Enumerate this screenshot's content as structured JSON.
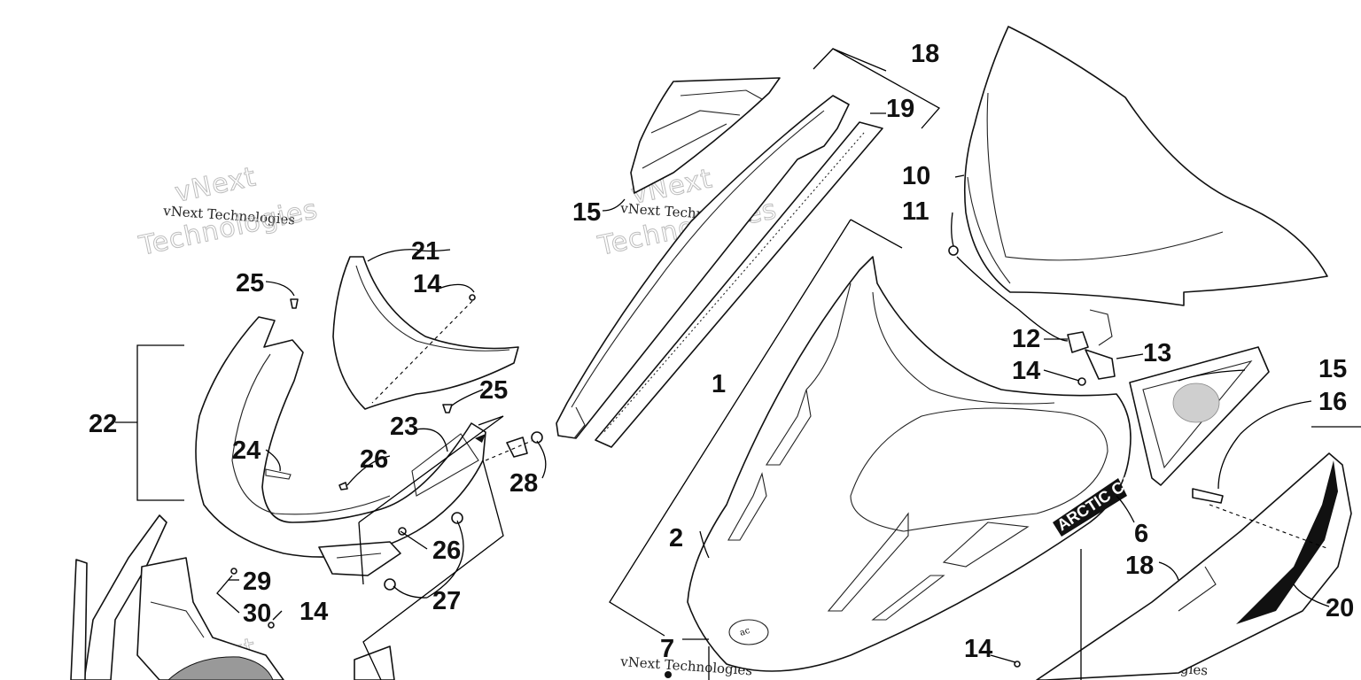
{
  "diagram": {
    "labels": [
      {
        "id": "l1",
        "text": "1"
      },
      {
        "id": "l2",
        "text": "2"
      },
      {
        "id": "l6",
        "text": "6"
      },
      {
        "id": "l7",
        "text": "7"
      },
      {
        "id": "l10",
        "text": "10"
      },
      {
        "id": "l11",
        "text": "11"
      },
      {
        "id": "l12",
        "text": "12"
      },
      {
        "id": "l13",
        "text": "13"
      },
      {
        "id": "l14a",
        "text": "14"
      },
      {
        "id": "l14b",
        "text": "14"
      },
      {
        "id": "l14c",
        "text": "14"
      },
      {
        "id": "l14d",
        "text": "14"
      },
      {
        "id": "l15a",
        "text": "15"
      },
      {
        "id": "l15b",
        "text": "15"
      },
      {
        "id": "l16",
        "text": "16"
      },
      {
        "id": "l18a",
        "text": "18"
      },
      {
        "id": "l18b",
        "text": "18"
      },
      {
        "id": "l19",
        "text": "19"
      },
      {
        "id": "l20",
        "text": "20"
      },
      {
        "id": "l21",
        "text": "21"
      },
      {
        "id": "l22",
        "text": "22"
      },
      {
        "id": "l23",
        "text": "23"
      },
      {
        "id": "l24",
        "text": "24"
      },
      {
        "id": "l25a",
        "text": "25"
      },
      {
        "id": "l25b",
        "text": "25"
      },
      {
        "id": "l26a",
        "text": "26"
      },
      {
        "id": "l26b",
        "text": "26"
      },
      {
        "id": "l27",
        "text": "27"
      },
      {
        "id": "l28",
        "text": "28"
      },
      {
        "id": "l29",
        "text": "29"
      },
      {
        "id": "l30",
        "text": "30"
      }
    ],
    "decal_text": "ARCTIC CAT"
  },
  "watermark": {
    "line1": "vNext Technologies",
    "line2": "vNext",
    "line3": "Technologies"
  }
}
